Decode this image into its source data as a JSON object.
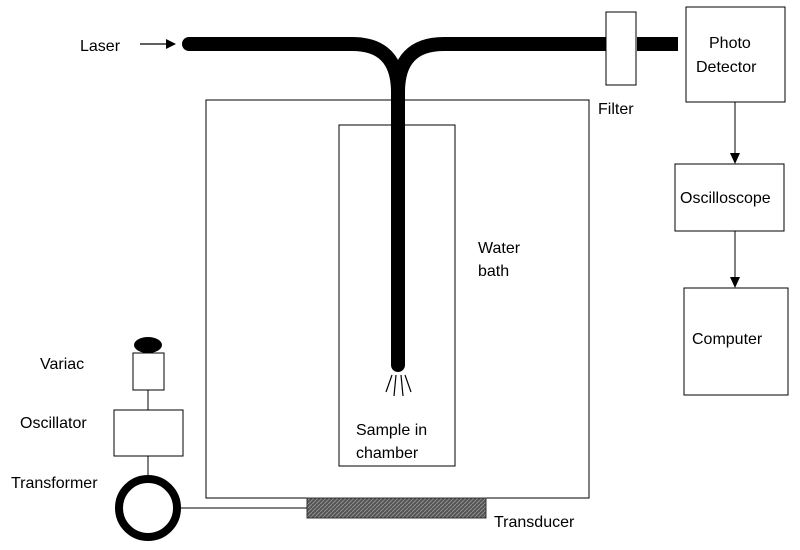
{
  "diagram": {
    "labels": {
      "laser": "Laser",
      "photo_detector_line1": "Photo",
      "photo_detector_line2": "Detector",
      "filter": "Filter",
      "oscilloscope": "Oscilloscope",
      "computer": "Computer",
      "water_bath_line1": "Water",
      "water_bath_line2": "bath",
      "variac": "Variac",
      "oscillator": "Oscillator",
      "transformer": "Transformer",
      "sample_line1": "Sample in",
      "sample_line2": "chamber",
      "transducer": "Transducer"
    },
    "colors": {
      "stroke": "#000000",
      "fiber": "#000000",
      "transducer_fill": "#555555",
      "background": "#ffffff"
    }
  }
}
